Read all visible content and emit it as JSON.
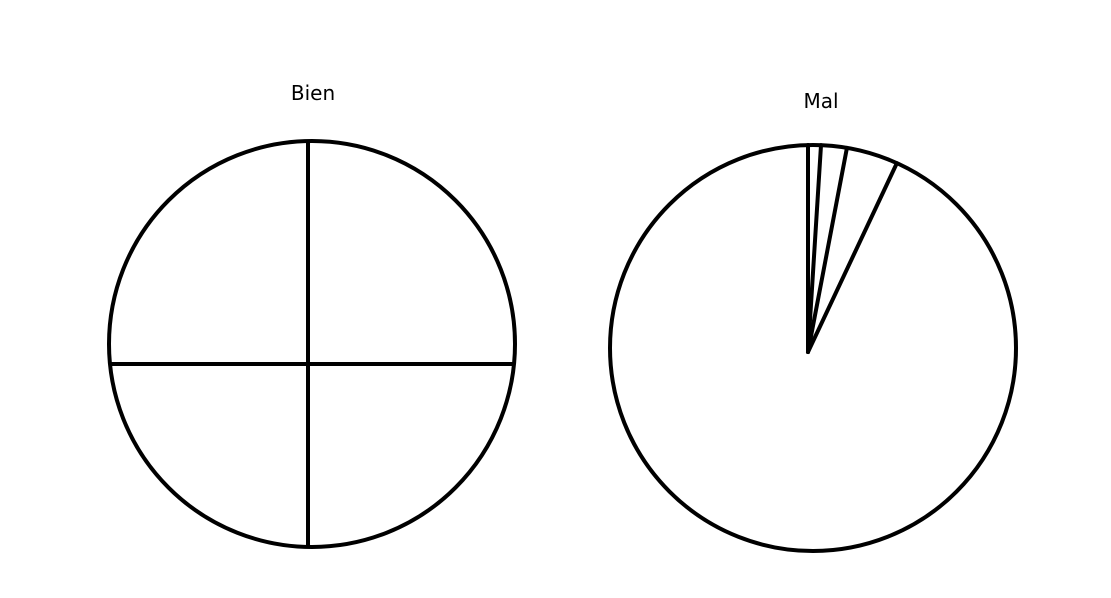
{
  "chart_data": [
    {
      "type": "pie",
      "title": "Bien",
      "values": [
        1,
        1,
        1,
        1
      ],
      "colors": {
        "stroke": "#000000",
        "fill": "#ffffff"
      }
    },
    {
      "type": "pie",
      "title": "Mal",
      "values": [
        1,
        2,
        4,
        93
      ],
      "colors": {
        "stroke": "#000000",
        "fill": "#ffffff"
      }
    }
  ]
}
